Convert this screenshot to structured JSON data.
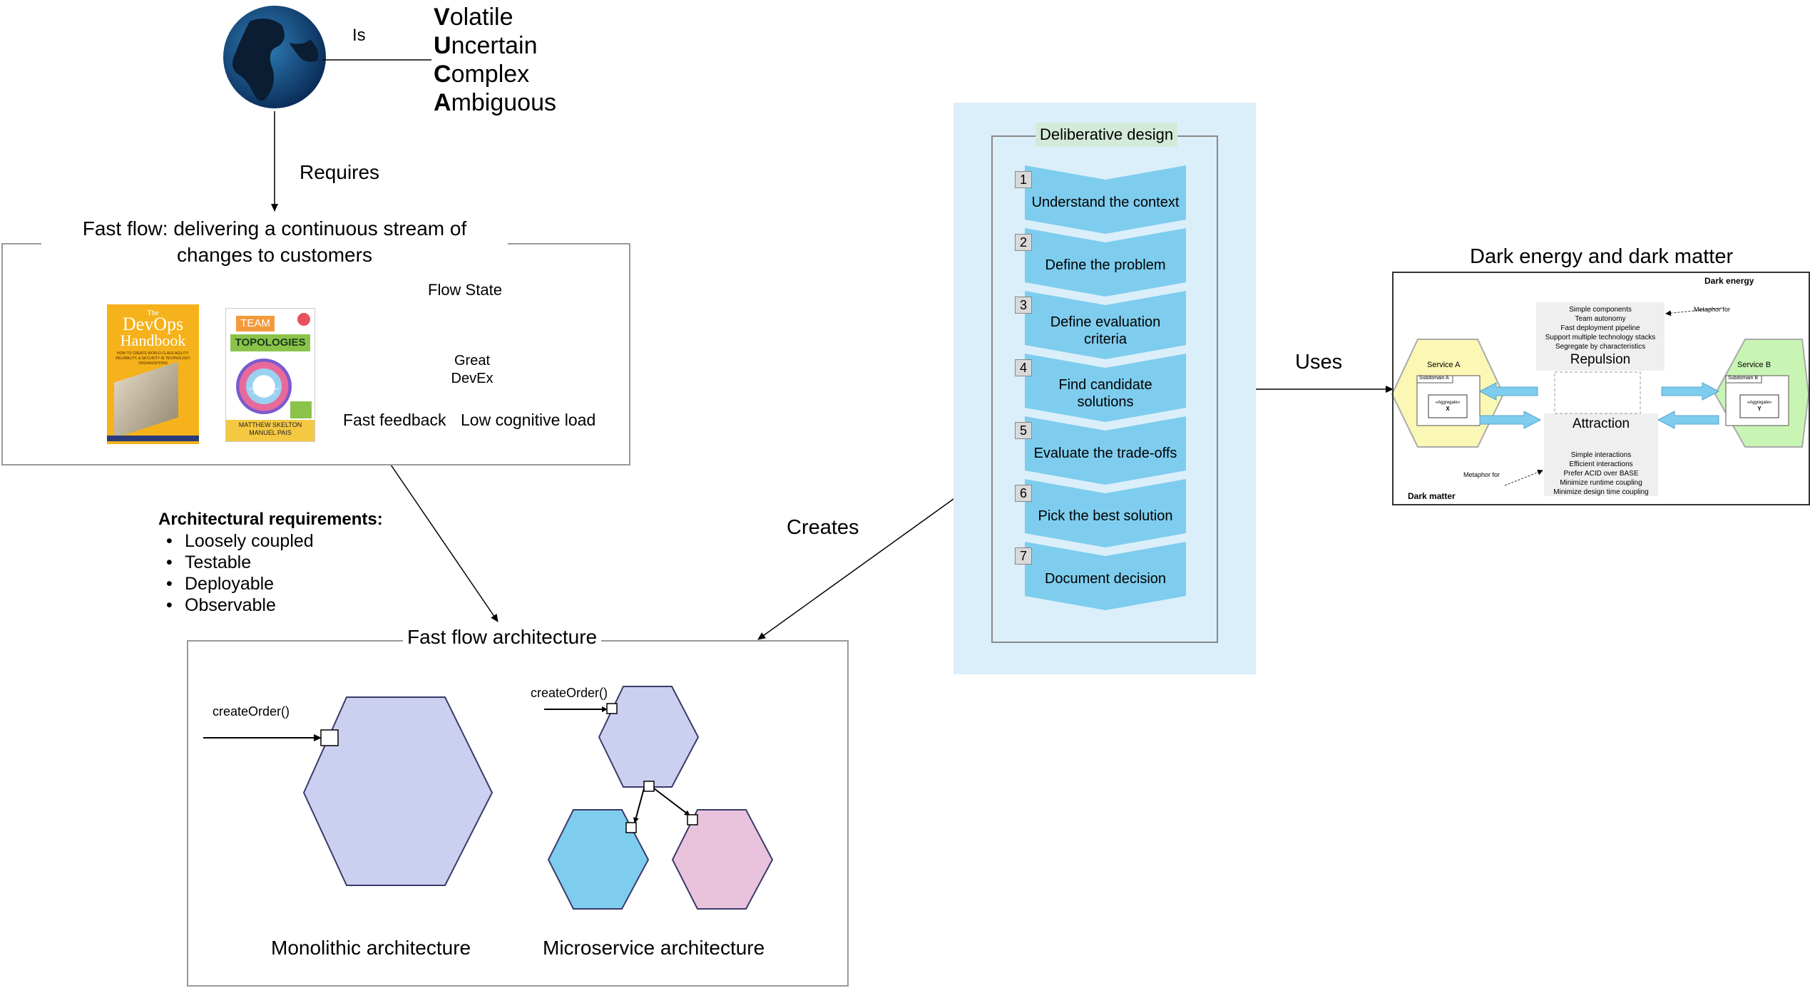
{
  "vuca": {
    "is_label": "Is",
    "lines": [
      {
        "initial": "V",
        "rest": "olatile"
      },
      {
        "initial": "U",
        "rest": "ncertain"
      },
      {
        "initial": "C",
        "rest": "omplex"
      },
      {
        "initial": "A",
        "rest": "mbiguous"
      }
    ]
  },
  "requires_label": "Requires",
  "fast_flow": {
    "title_line1": "Fast flow: delivering a continuous stream of",
    "title_line2": "changes to customers",
    "flow_state_label": "Flow State",
    "triangle_text_line1": "Great",
    "triangle_text_line2": "DevEx",
    "fast_feedback_label": "Fast feedback",
    "low_cognitive_load_label": "Low cognitive load",
    "book1": {
      "title_line1": "The",
      "title_line2": "DevOps",
      "title_line3": "Handbook",
      "subtitle": "HOW TO CREATE WORLD-CLASS AGILITY, RELIABILITY, & SECURITY IN TECHNOLOGY ORGANIZATIONS",
      "color": "#f5b21a"
    },
    "book2": {
      "title_line1": "TEAM",
      "title_line2": "TOPOLOGIES",
      "subtitle": "ORGANIZING BUSINESS AND TECHNOLOGY TEAMS FOR FAST FLOW",
      "authors_line1": "MATTHEW SKELTON",
      "authors_line2": "MANUEL PAIS"
    }
  },
  "arch_requirements": {
    "title": "Architectural requirements:",
    "items": [
      "Loosely coupled",
      "Testable",
      "Deployable",
      "Observable"
    ]
  },
  "fast_flow_architecture": {
    "title": "Fast flow architecture",
    "monolith": {
      "operation": "createOrder()",
      "label": "Monolithic architecture",
      "color": "#ccd0f0"
    },
    "microservice": {
      "operation": "createOrder()",
      "label": "Microservice architecture",
      "colors": {
        "top": "#ccd0f0",
        "left": "#7ecdee",
        "right": "#e9c2dc"
      }
    }
  },
  "creates_label": "Creates",
  "uses_label": "Uses",
  "deliberative_design": {
    "title": "Deliberative design",
    "panel_color": "#dbeffa",
    "chevron_color": "#7ecdee",
    "steps": [
      {
        "num": "1",
        "line1": "Understand the context",
        "line2": ""
      },
      {
        "num": "2",
        "line1": "Define the problem",
        "line2": ""
      },
      {
        "num": "3",
        "line1": "Define evaluation",
        "line2": "criteria"
      },
      {
        "num": "4",
        "line1": "Find candidate",
        "line2": "solutions"
      },
      {
        "num": "5",
        "line1": "Evaluate the trade-offs",
        "line2": ""
      },
      {
        "num": "6",
        "line1": "Pick the best solution",
        "line2": ""
      },
      {
        "num": "7",
        "line1": "Document decision",
        "line2": ""
      }
    ]
  },
  "dark_energy": {
    "title": "Dark energy and dark matter",
    "dark_energy_label": "Dark energy",
    "dark_matter_label": "Dark matter",
    "metaphor_for": "Metaphor for",
    "repulsion_items": [
      "Simple components",
      "Team autonomy",
      "Fast deployment pipeline",
      "Support multiple technology stacks",
      "Segregate by characteristics"
    ],
    "repulsion_label": "Repulsion",
    "attraction_label": "Attraction",
    "attraction_items": [
      "Simple interactions",
      "Efficient interactions",
      "Prefer ACID over BASE",
      "Minimize runtime coupling",
      "Minimize design time coupling"
    ],
    "service_a": {
      "name": "Service A",
      "subdomain": "Subdomain A",
      "aggregate": "«Aggregate»",
      "entity": "X",
      "color": "#fbf7b4"
    },
    "service_b": {
      "name": "Service B",
      "subdomain": "Subdomain B",
      "aggregate": "«Aggregate»",
      "entity": "Y",
      "color": "#c8f5b4"
    }
  }
}
